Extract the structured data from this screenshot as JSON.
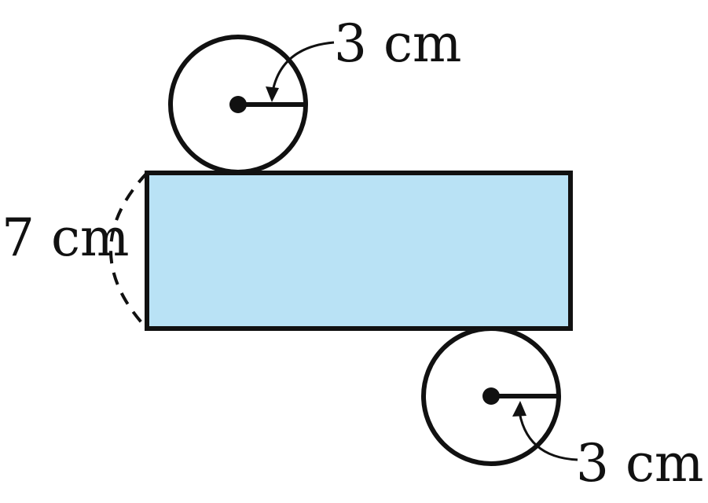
{
  "net": {
    "top_circle": {
      "radius_label": "3 cm"
    },
    "bottom_circle": {
      "radius_label": "3 cm"
    },
    "rectangle": {
      "height_label": "7 cm"
    }
  },
  "colors": {
    "rectangle_fill": "#b9e2f5",
    "stroke": "#111111"
  }
}
